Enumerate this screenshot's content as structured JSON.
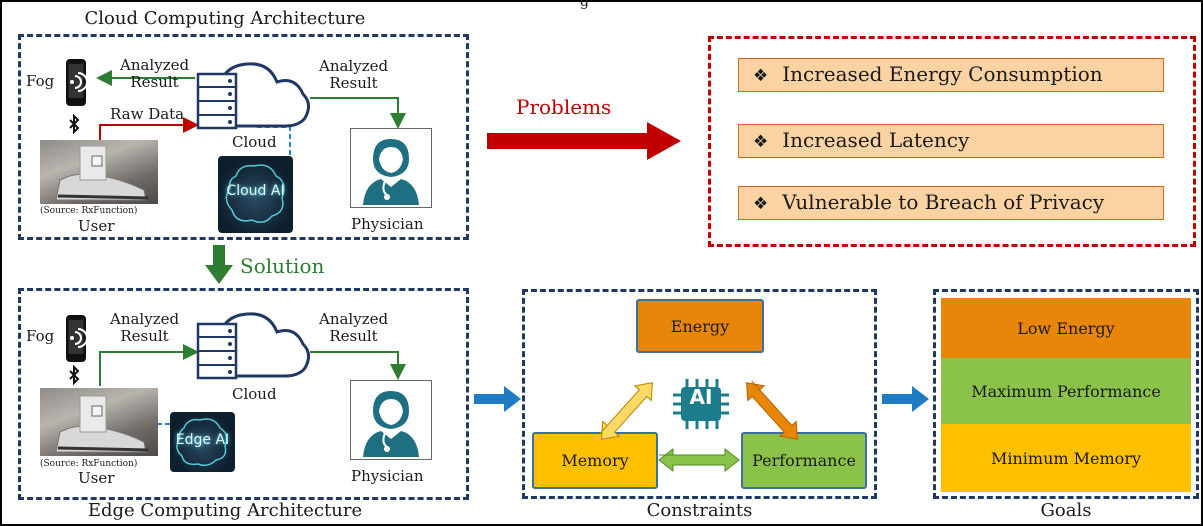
{
  "top_partial_text": "g",
  "cloud_arch": {
    "title": "Cloud Computing Architecture",
    "fog": "Fog",
    "analyzed_left": "Analyzed\nResult",
    "raw_data": "Raw Data",
    "analyzed_right": "Analyzed\nResult",
    "cloud": "Cloud",
    "cloud_ai": "Cloud AI",
    "source": "(Source: RxFunction)",
    "user": "User",
    "physician": "Physician"
  },
  "problems": {
    "label": "Problems",
    "items": [
      "Increased Energy Consumption",
      "Increased Latency",
      "Vulnerable to Breach of Privacy"
    ]
  },
  "solution": "Solution",
  "edge_arch": {
    "title": "Edge Computing Architecture",
    "fog": "Fog",
    "analyzed_left": "Analyzed\nResult",
    "analyzed_right": "Analyzed\nResult",
    "cloud": "Cloud",
    "edge_ai": "Edge AI",
    "source": "(Source: RxFunction)",
    "user": "User",
    "physician": "Physician"
  },
  "constraints": {
    "title": "Constraints",
    "energy": "Energy",
    "memory": "Memory",
    "performance": "Performance",
    "ai": "AI"
  },
  "goals": {
    "title": "Goals",
    "items": [
      "Low Energy",
      "Maximum Performance",
      "Minimum Memory"
    ]
  },
  "colors": {
    "dash_blue": "#1f3864",
    "dash_red": "#c00000",
    "problem_fill": "#fbd3a3",
    "energy": "#e8860a",
    "memory": "#ffc000",
    "performance": "#8bc34a",
    "arrow_red": "#c00000",
    "arrow_green": "#2e7d32",
    "arrow_blue": "#1e7bc4"
  },
  "icons": [
    "smartphone-icon",
    "bluetooth-icon",
    "server-icon",
    "cloud-icon",
    "physician-icon",
    "brain-icon",
    "ai-chip-icon"
  ]
}
